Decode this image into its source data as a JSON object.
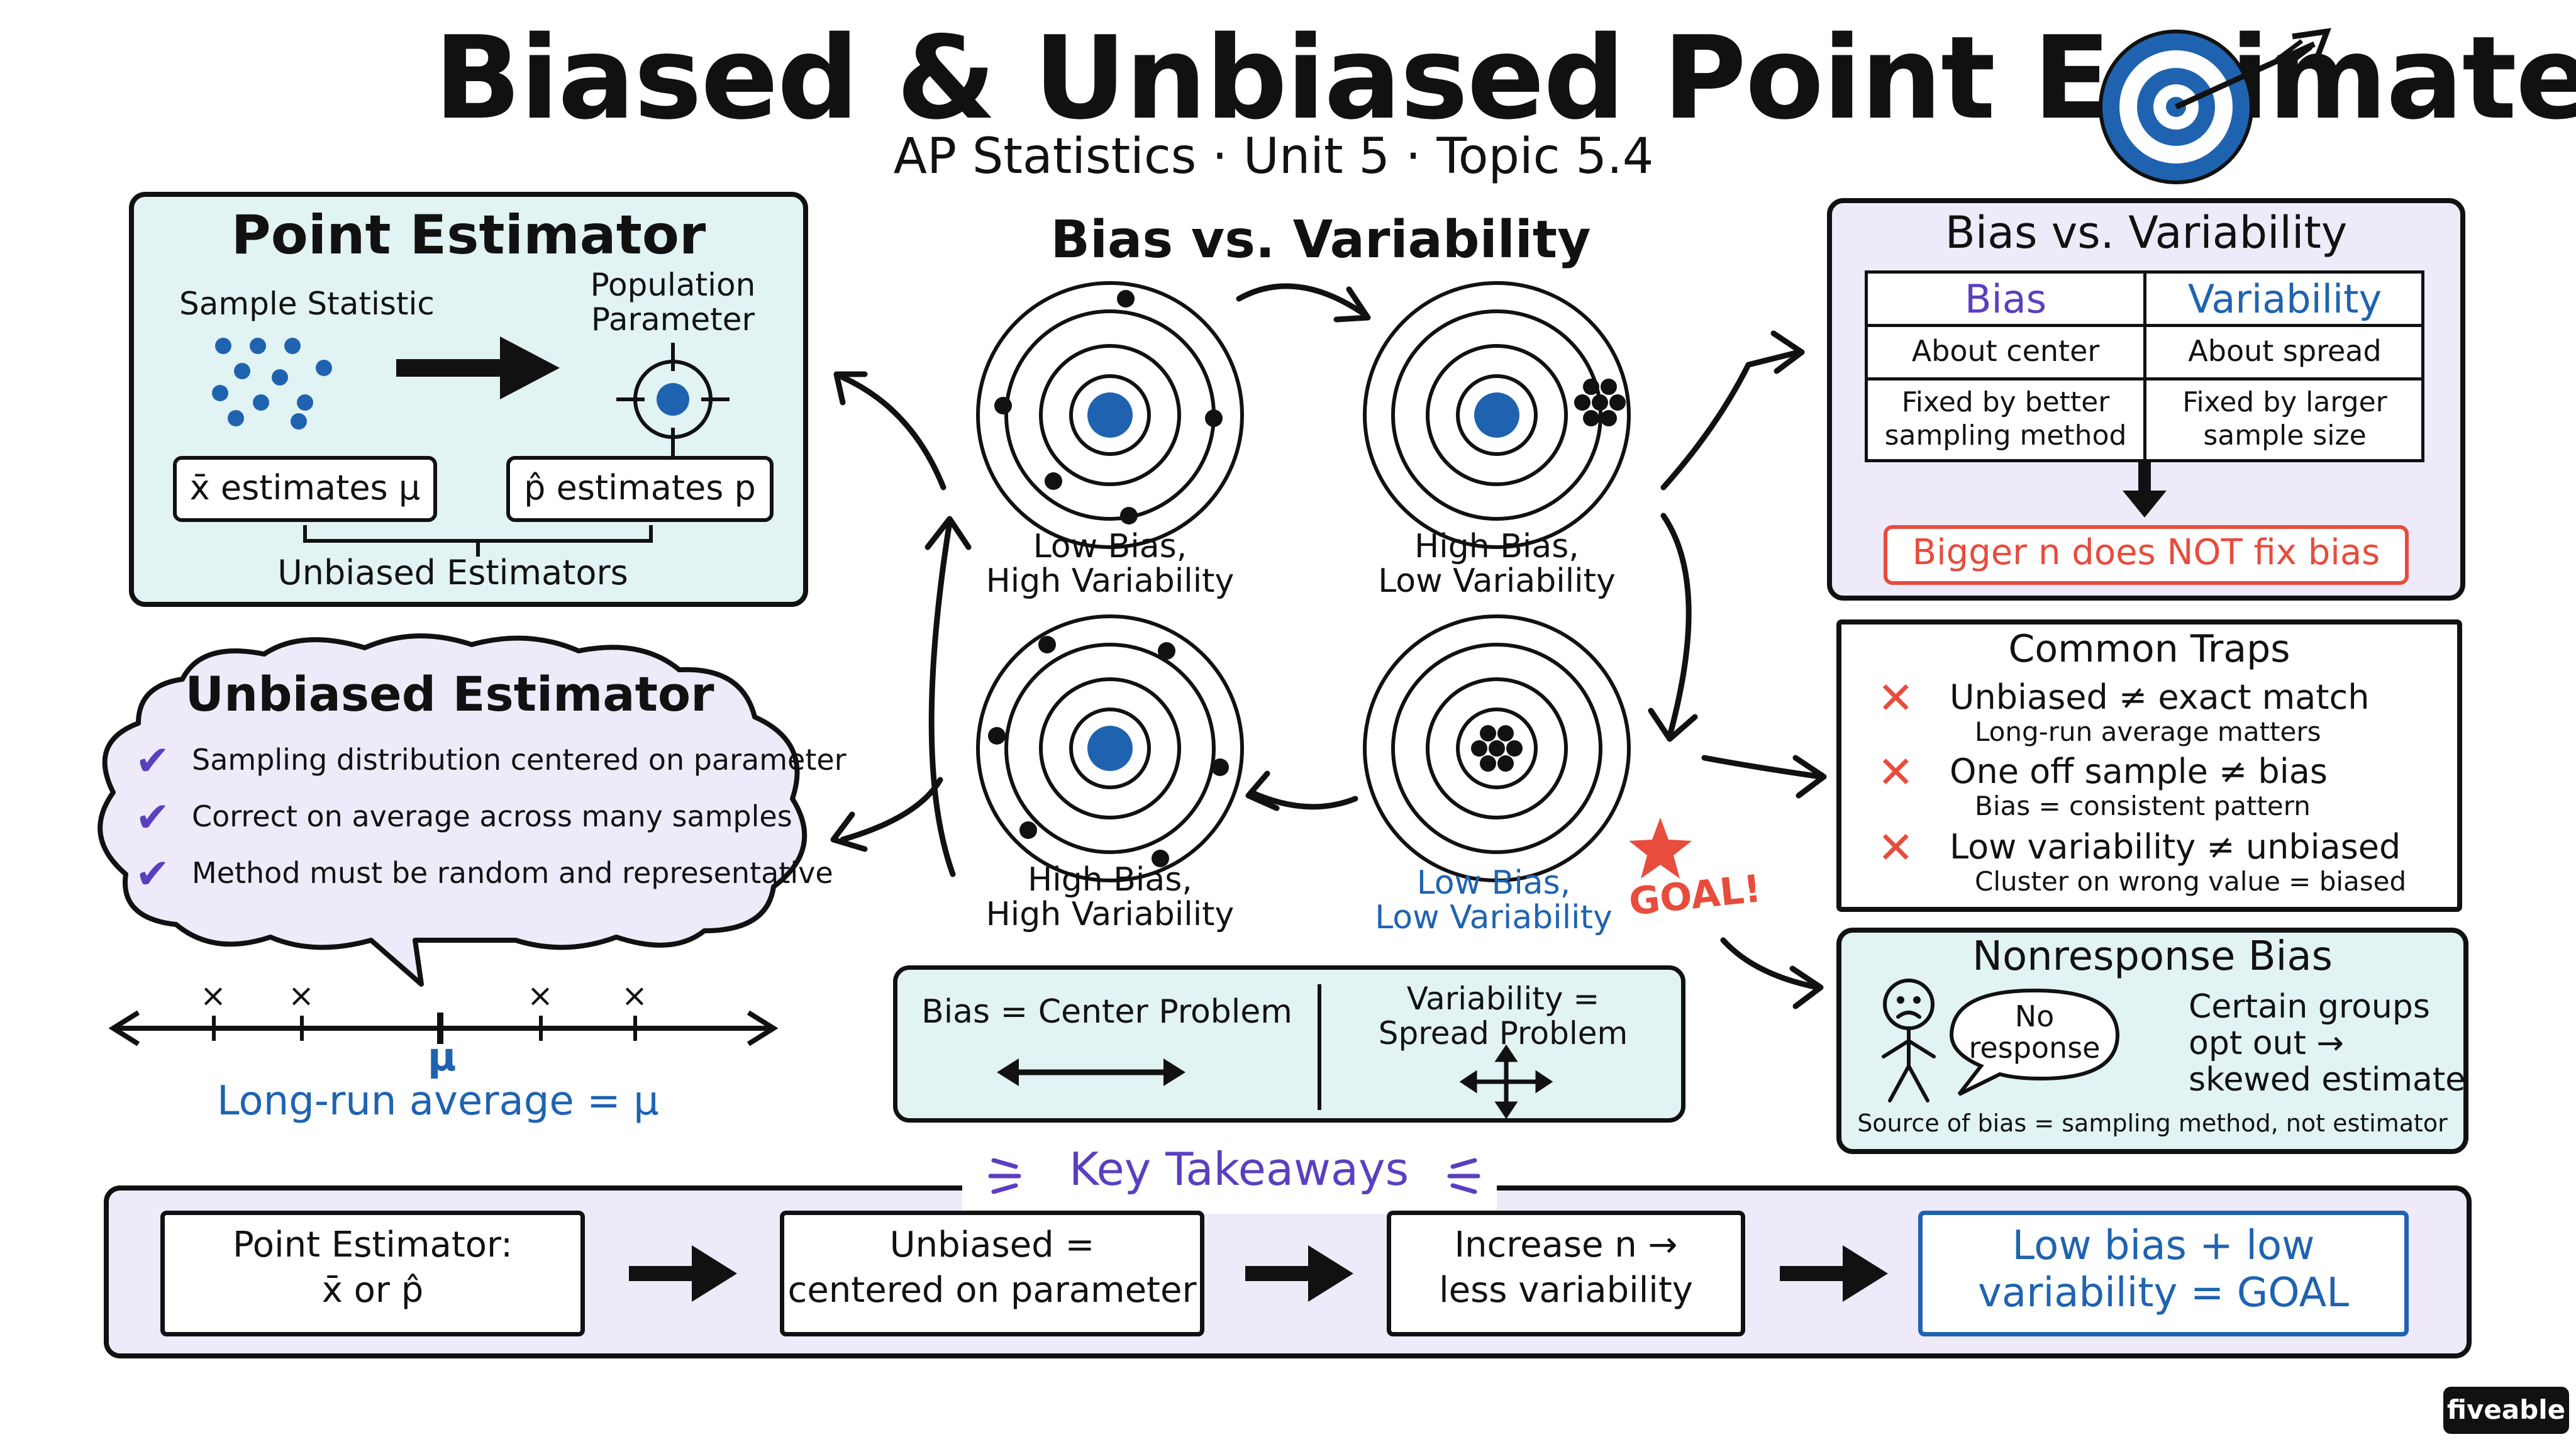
{
  "header": {
    "title": "Biased & Unbiased Point Estimates",
    "subtitle": "AP Statistics · Unit 5 · Topic 5.4"
  },
  "point_estimator": {
    "title": "Point Estimator",
    "sample_statistic": "Sample Statistic",
    "population_parameter_1": "Population",
    "population_parameter_2": "Parameter",
    "xbar_label": "x̄ estimates μ",
    "phat_label": "p̂ estimates p",
    "unbiased_estimators": "Unbiased Estimators"
  },
  "unbiased_estimator": {
    "title": "Unbiased Estimator",
    "items": [
      "Sampling distribution centered on parameter",
      "Correct on average across many samples",
      "Method must be random and representative"
    ]
  },
  "number_line": {
    "mu": "μ",
    "caption": "Long-run average = μ",
    "mark": "×"
  },
  "center": {
    "title": "Bias vs. Variability",
    "targets": [
      {
        "line1": "Low Bias,",
        "line2": "High Variability"
      },
      {
        "line1": "High Bias,",
        "line2": "Low Variability"
      },
      {
        "line1": "High Bias,",
        "line2": "High Variability"
      },
      {
        "line1": "Low Bias,",
        "line2": "Low Variability"
      }
    ],
    "goal": "GOAL!",
    "bias_problem": "Bias = Center Problem",
    "var_problem_1": "Variability =",
    "var_problem_2": "Spread Problem"
  },
  "bias_table": {
    "title": "Bias vs. Variability",
    "col_bias": "Bias",
    "col_var": "Variability",
    "rows": [
      {
        "bias": "About center",
        "var": "About spread"
      },
      {
        "bias_1": "Fixed by better",
        "bias_2": "sampling method",
        "var_1": "Fixed by larger",
        "var_2": "sample size"
      }
    ],
    "warning": "Bigger n does NOT fix bias"
  },
  "traps": {
    "title": "Common Traps",
    "items": [
      {
        "main": "Unbiased ≠ exact match",
        "sub": "Long-run average matters"
      },
      {
        "main": "One off sample ≠ bias",
        "sub": "Bias = consistent pattern"
      },
      {
        "main": "Low variability ≠ unbiased",
        "sub": "Cluster on wrong value = biased"
      }
    ],
    "mark": "✕"
  },
  "nonresponse": {
    "title": "Nonresponse Bias",
    "bubble_1": "No",
    "bubble_2": "response",
    "desc_1": "Certain groups",
    "desc_2": "opt out →",
    "desc_3": "skewed estimate",
    "source": "Source of bias = sampling method, not estimator"
  },
  "takeaways": {
    "title": "Key Takeaways",
    "steps": [
      {
        "line1": "Point Estimator:",
        "line2": "x̄ or p̂"
      },
      {
        "line1": "Unbiased =",
        "line2": "centered on parameter"
      },
      {
        "line1": "Increase n →",
        "line2": "less variability"
      },
      {
        "line1": "Low bias + low",
        "line2": "variability = GOAL"
      }
    ]
  },
  "brand": "fiveable",
  "colors": {
    "teal_panel": "#e2f3f3",
    "lavender_panel": "#efeafa",
    "blue": "#1f63b0",
    "purple": "#5a3fc0",
    "red": "#e74c3c"
  }
}
